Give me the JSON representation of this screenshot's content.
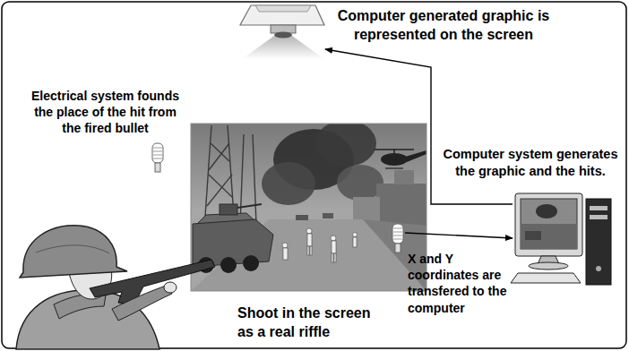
{
  "diagram": {
    "nodes": [
      {
        "text": [
          "Computer generated graphic is represented on the screen"
        ]
      },
      {
        "text": [
          "Electrical system founds the place of the hit from the fired bullet"
        ]
      },
      {
        "text": [
          "Computer system generates the graphic and the hits."
        ]
      },
      {
        "text": [
          "X and Y coordinates are transfered to the computer"
        ]
      },
      {
        "text": [
          "Shoot in the screen as a real riffle"
        ]
      }
    ],
    "edges": [
      {
        "from": 2,
        "to": 0,
        "arrow": "to"
      },
      {
        "from": 3,
        "to": 2,
        "arrow": "to"
      }
    ]
  }
}
